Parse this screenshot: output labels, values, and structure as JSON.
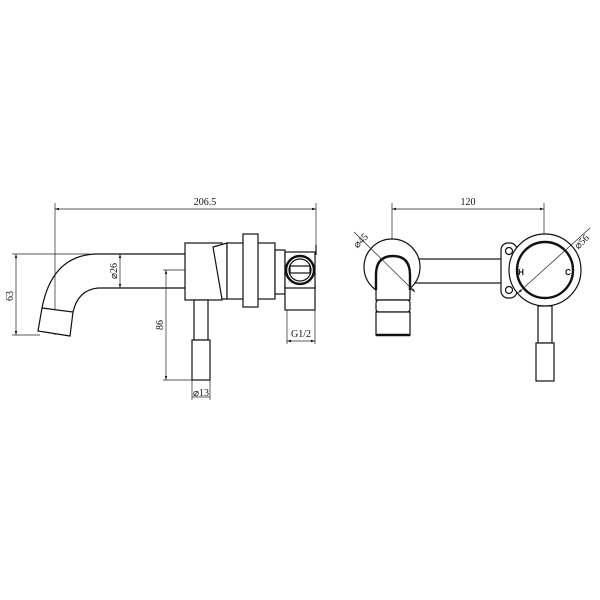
{
  "side_view": {
    "overall_length": "206.5",
    "spout_height": "63",
    "spout_diameter": "⌀26",
    "lever_height": "86",
    "lever_diameter": "⌀13",
    "inlet_thread": "G1/2"
  },
  "front_view": {
    "centre_distance": "120",
    "spout_plate_diameter": "⌀45",
    "handle_plate_diameter": "⌀56",
    "hot_label": "H",
    "cold_label": "C"
  }
}
